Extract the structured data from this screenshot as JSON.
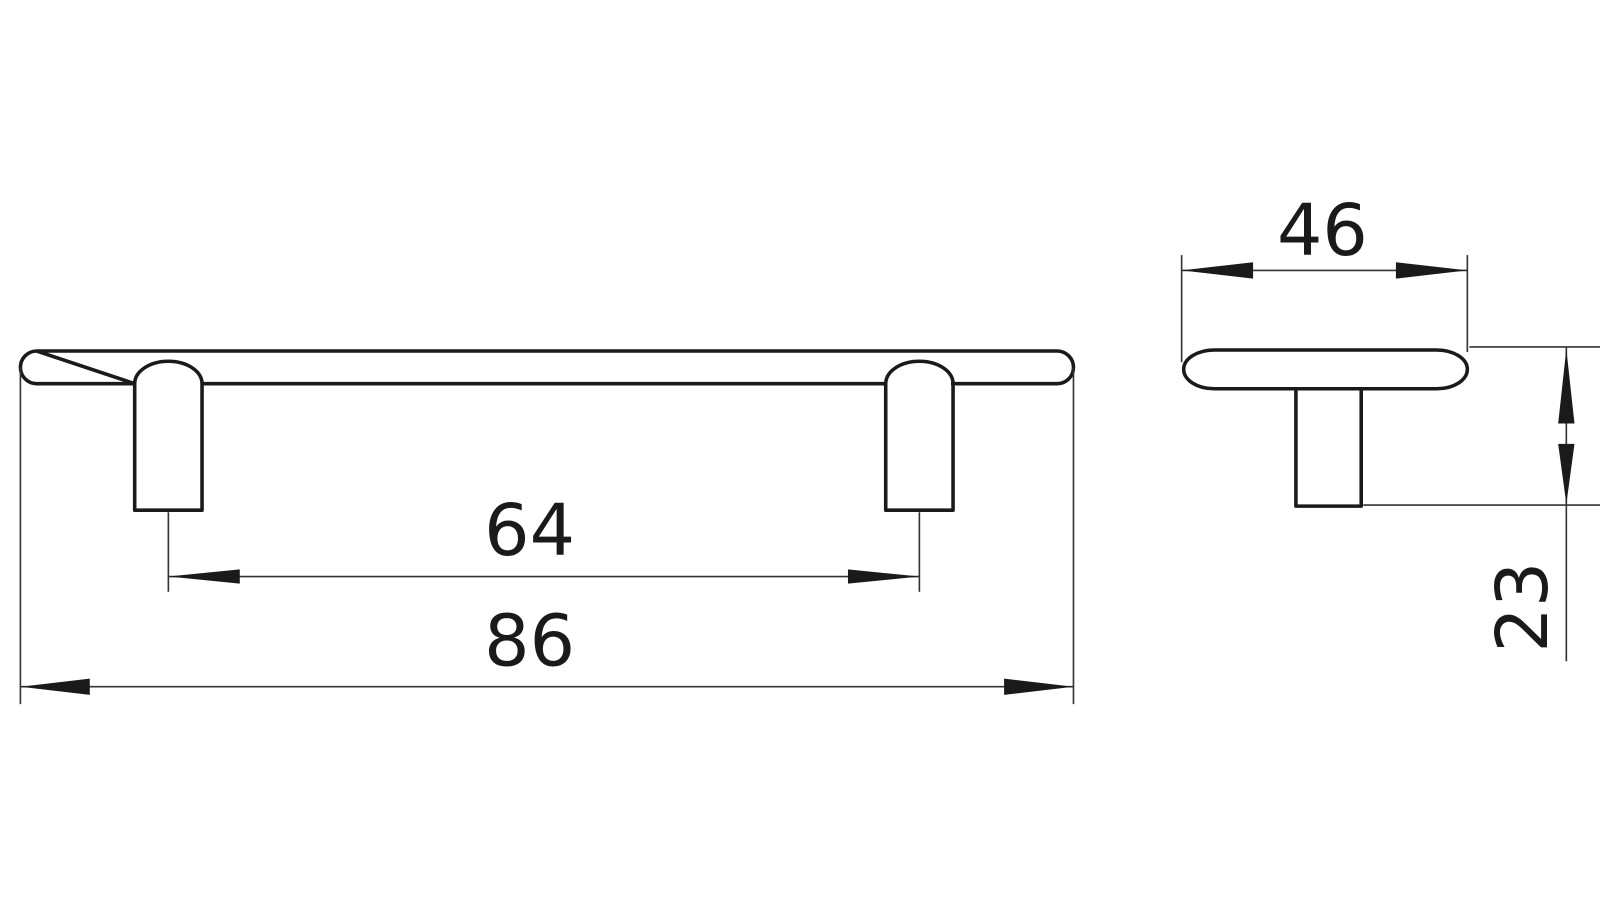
{
  "drawing": {
    "front_view": {
      "dimensions": [
        {
          "label": "64"
        },
        {
          "label": "86"
        }
      ]
    },
    "side_view": {
      "dimensions": [
        {
          "label": "46"
        },
        {
          "label": "23"
        }
      ]
    }
  },
  "colors": {
    "line": "#1a1a1a",
    "background": "#ffffff"
  }
}
